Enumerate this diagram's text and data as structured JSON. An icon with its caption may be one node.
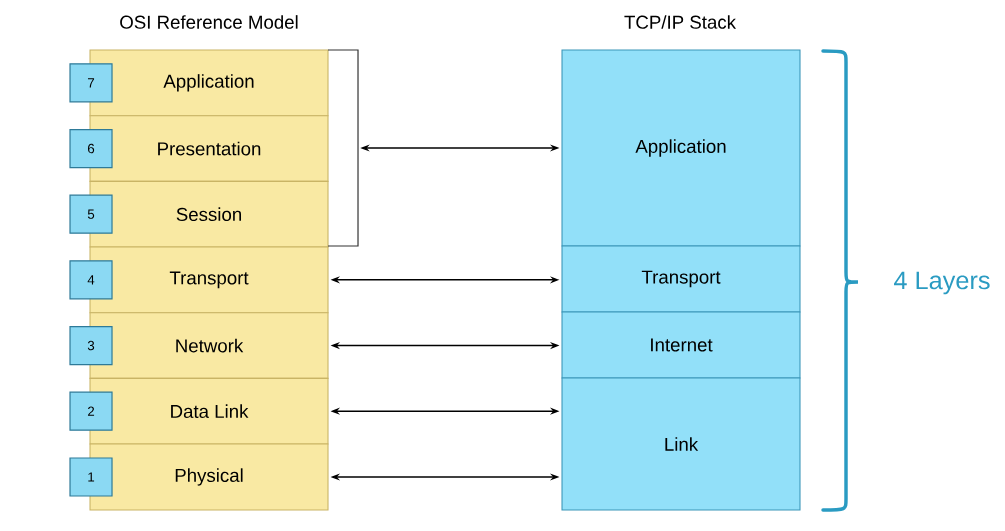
{
  "diagram": {
    "nodes": [
      {
        "text": [
          "Application"
        ]
      },
      {
        "text": [
          "Presentation"
        ]
      },
      {
        "text": [
          "Session"
        ]
      },
      {
        "text": [
          "Transport"
        ]
      },
      {
        "text": [
          "Network"
        ]
      },
      {
        "text": [
          "Data Link"
        ]
      },
      {
        "text": [
          "Physical"
        ]
      },
      {
        "text": [
          "7"
        ]
      },
      {
        "text": [
          "6"
        ]
      },
      {
        "text": [
          "5"
        ]
      },
      {
        "text": [
          "4"
        ]
      },
      {
        "text": [
          "3"
        ]
      },
      {
        "text": [
          "2"
        ]
      },
      {
        "text": [
          "1"
        ]
      },
      {
        "text": [],
        "shape": "bracket"
      },
      {
        "text": [
          "Application"
        ]
      },
      {
        "text": [
          "Transport"
        ]
      },
      {
        "text": [
          "Internet"
        ]
      },
      {
        "text": [
          "Link"
        ]
      }
    ],
    "edges": [
      {
        "from": 14,
        "to": 15,
        "arrow": "both"
      },
      {
        "from": 3,
        "to": 16,
        "arrow": "both"
      },
      {
        "from": 4,
        "to": 17,
        "arrow": "both"
      },
      {
        "from": 5,
        "to": 18,
        "arrow": "both"
      },
      {
        "from": 6,
        "to": 18,
        "arrow": "both"
      }
    ],
    "labels": [
      "OSI Reference Model",
      "TCP/IP Stack",
      "4 Layers"
    ]
  }
}
